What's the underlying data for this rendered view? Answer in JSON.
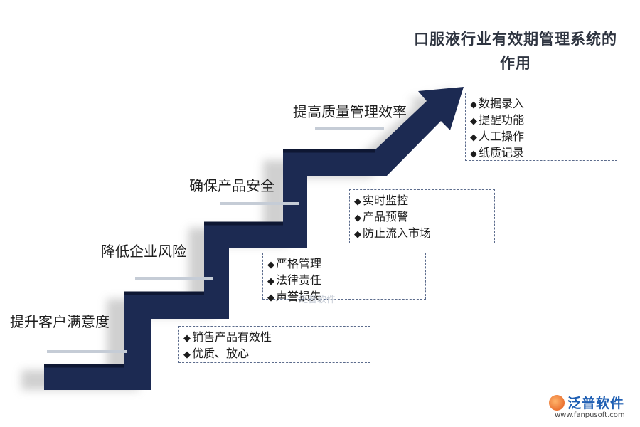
{
  "title": {
    "line1": "口服液行业有效期管理系统的",
    "line2": "作用"
  },
  "steps": [
    {
      "label": "提升客户满意度",
      "items": [
        "销售产品有效性",
        "优质、放心"
      ]
    },
    {
      "label": "降低企业风险",
      "items": [
        "严格管理",
        "法律责任",
        "声誉损失"
      ]
    },
    {
      "label": "确保产品安全",
      "items": [
        "实时监控",
        "产品预警",
        "防止流入市场"
      ]
    },
    {
      "label": "提高质量管理效率",
      "items": [
        "数据录入",
        "提醒功能",
        "人工操作",
        "纸质记录"
      ]
    }
  ],
  "colors": {
    "stair": "#1c2a52",
    "stair_shadow": "#c8c8c8",
    "underline": "#c5ccd6",
    "box_border": "#5b6b8c"
  },
  "watermark": "泛普软件",
  "logo": {
    "icon": "fanpu-logo-icon",
    "name": "泛普软件",
    "url": "www.fanpusoft.com"
  }
}
